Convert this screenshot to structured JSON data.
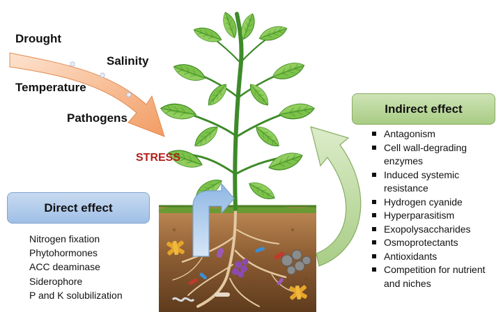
{
  "stress_factors": [
    "Drought",
    "Salinity",
    "Temperature",
    "Pathogens"
  ],
  "stress_label": "STRESS",
  "direct_effect": {
    "title": "Direct effect",
    "items": [
      "Nitrogen fixation",
      "Phytohormones",
      "ACC deaminase",
      "Siderophore",
      "P and K solubilization"
    ]
  },
  "indirect_effect": {
    "title": "Indirect effect",
    "items": [
      "Antagonism",
      "Cell wall-degrading enzymes",
      "Induced systemic resistance",
      "Hydrogen cyanide",
      "Hyperparasitism",
      "Exopolysaccharides",
      "Osmoprotectants",
      "Antioxidants",
      "Competition for nutrient and niches"
    ]
  },
  "colors": {
    "stress_text": "#b0201a",
    "stress_arrow": "#f4a97a",
    "direct_box": "#a9c6ea",
    "indirect_box": "#b5d494",
    "leaf": "#7cc24a",
    "stem": "#3e8a2a",
    "soil": "#9a6a3c"
  }
}
